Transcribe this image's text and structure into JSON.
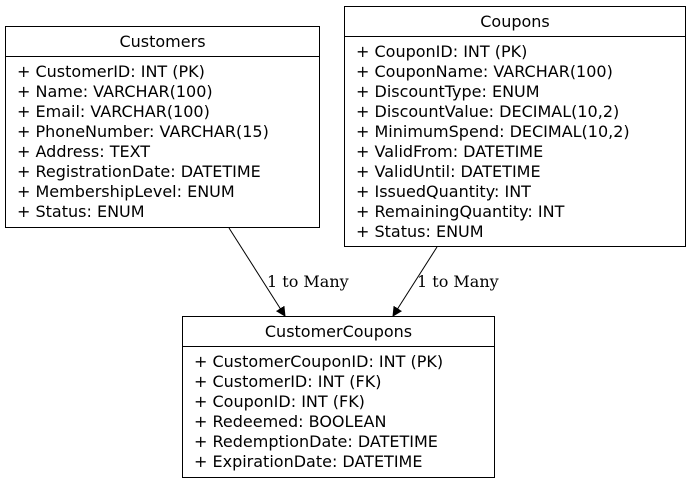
{
  "entities": {
    "customers": {
      "name": "Customers",
      "attributes": [
        "+ CustomerID: INT (PK)",
        "+ Name: VARCHAR(100)",
        "+ Email: VARCHAR(100)",
        "+ PhoneNumber: VARCHAR(15)",
        "+ Address: TEXT",
        "+ RegistrationDate: DATETIME",
        "+ MembershipLevel: ENUM",
        "+ Status: ENUM"
      ]
    },
    "coupons": {
      "name": "Coupons",
      "attributes": [
        "+ CouponID: INT (PK)",
        "+ CouponName: VARCHAR(100)",
        "+ DiscountType: ENUM",
        "+ DiscountValue: DECIMAL(10,2)",
        "+ MinimumSpend: DECIMAL(10,2)",
        "+ ValidFrom: DATETIME",
        "+ ValidUntil: DATETIME",
        "+ IssuedQuantity: INT",
        "+ RemainingQuantity: INT",
        "+ Status: ENUM"
      ]
    },
    "customer_coupons": {
      "name": "CustomerCoupons",
      "attributes": [
        "+ CustomerCouponID: INT (PK)",
        "+ CustomerID: INT (FK)",
        "+ CouponID: INT (FK)",
        "+ Redeemed: BOOLEAN",
        "+ RedemptionDate: DATETIME",
        "+ ExpirationDate: DATETIME"
      ]
    }
  },
  "relationships": [
    {
      "from": "Customers",
      "to": "CustomerCoupons",
      "label": "1 to Many"
    },
    {
      "from": "Coupons",
      "to": "CustomerCoupons",
      "label": "1 to Many"
    }
  ]
}
